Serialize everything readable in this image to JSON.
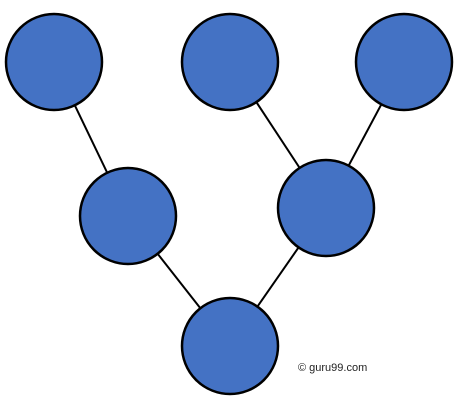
{
  "diagram": {
    "nodes": [
      {
        "id": "n1"
      },
      {
        "id": "n2"
      },
      {
        "id": "n3"
      },
      {
        "id": "n4"
      },
      {
        "id": "n5"
      },
      {
        "id": "n6"
      }
    ],
    "edges": [
      {
        "from": "n1",
        "to": "n4"
      },
      {
        "from": "n2",
        "to": "n5"
      },
      {
        "from": "n3",
        "to": "n5"
      },
      {
        "from": "n4",
        "to": "n6"
      },
      {
        "from": "n5",
        "to": "n6"
      }
    ],
    "colors": {
      "node_fill": "#4472c4",
      "node_stroke": "#000000",
      "edge_stroke": "#000000"
    }
  },
  "watermark": {
    "text": "© guru99.com"
  }
}
